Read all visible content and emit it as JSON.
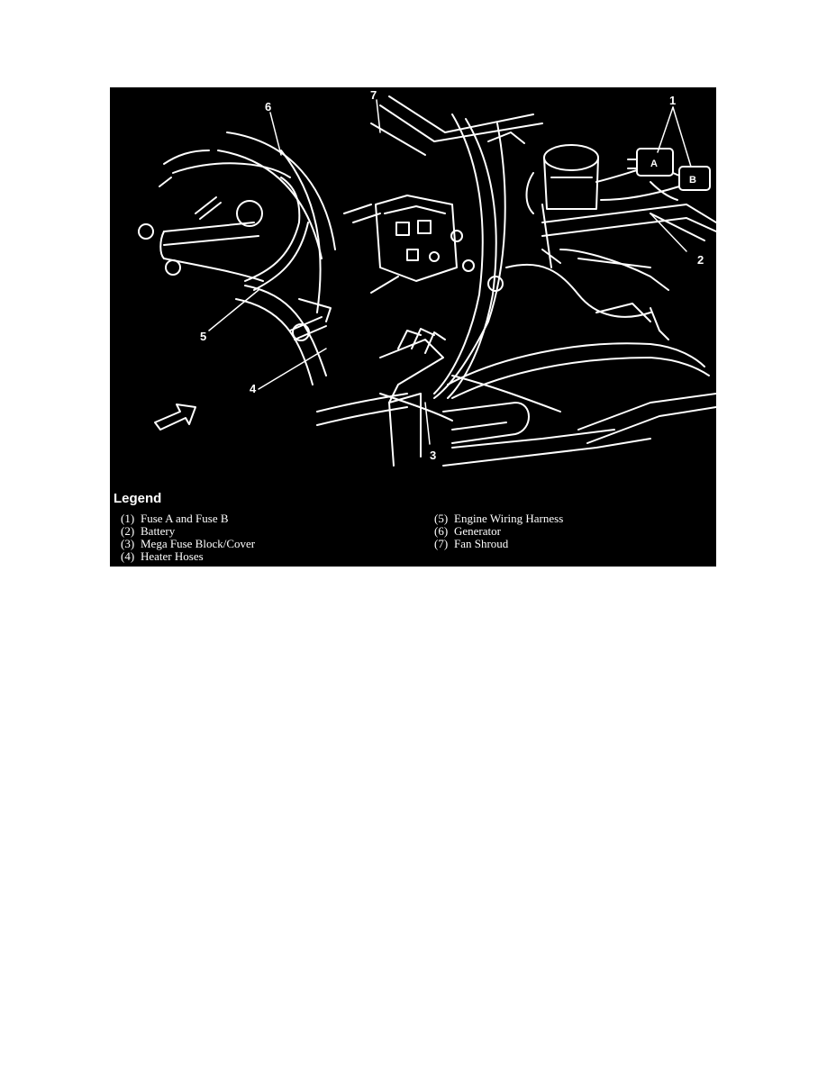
{
  "figure": {
    "callouts": [
      "1",
      "2",
      "3",
      "4",
      "5",
      "6",
      "7"
    ]
  },
  "legend": {
    "title": "Legend",
    "items": [
      {
        "number": "(1)",
        "label": "Fuse A and Fuse B"
      },
      {
        "number": "(2)",
        "label": "Battery"
      },
      {
        "number": "(3)",
        "label": "Mega Fuse Block/Cover"
      },
      {
        "number": "(4)",
        "label": "Heater Hoses"
      },
      {
        "number": "(5)",
        "label": "Engine Wiring Harness"
      },
      {
        "number": "(6)",
        "label": "Generator"
      },
      {
        "number": "(7)",
        "label": "Fan Shroud"
      }
    ]
  },
  "fuse_labels": {
    "a": "A",
    "b": "B"
  },
  "colors": {
    "background": "#000000",
    "linework": "#ffffff",
    "page": "#ffffff"
  }
}
